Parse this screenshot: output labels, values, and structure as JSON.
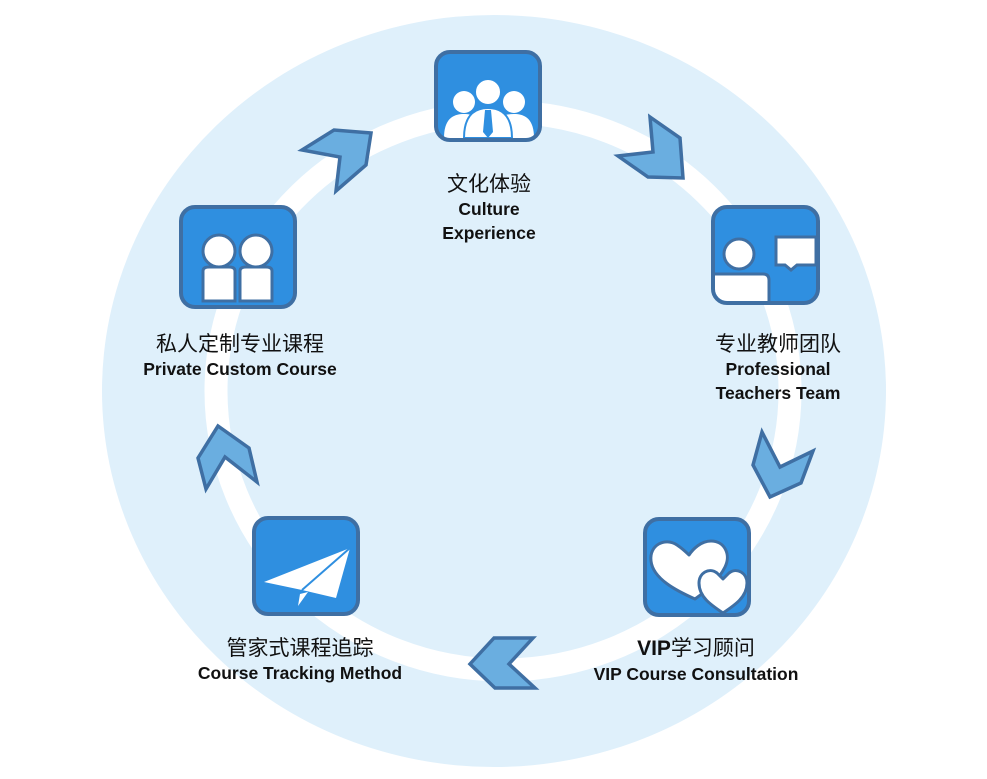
{
  "diagram": {
    "type": "cycle",
    "colors": {
      "outer_disc": "#dff0fb",
      "ring": "#ffffff",
      "icon_fill": "#2f8fe0",
      "icon_border": "#3f6fa3",
      "arrow_fill": "#6aaee0",
      "arrow_border": "#3f6fa3",
      "text": "#111111"
    },
    "steps": [
      {
        "id": "culture",
        "icon": "group-of-people-icon",
        "zh": "文化体验",
        "en_line1": "Culture",
        "en_line2": "Experience"
      },
      {
        "id": "teachers",
        "icon": "teacher-presentation-icon",
        "zh": "专业教师团队",
        "en_line1": "Professional",
        "en_line2": "Teachers Team"
      },
      {
        "id": "vip",
        "icon": "two-hearts-icon",
        "zh_prefix": "VIP",
        "zh": "学习顾问",
        "en_line1": "VIP Course Consultation",
        "en_line2": ""
      },
      {
        "id": "tracking",
        "icon": "paper-plane-icon",
        "zh": "管家式课程追踪",
        "en_line1": "Course Tracking Method",
        "en_line2": ""
      },
      {
        "id": "private",
        "icon": "two-people-icon",
        "zh": "私人定制专业课程",
        "en_line1": "Private Custom Course",
        "en_line2": ""
      }
    ],
    "flow_direction": "clockwise",
    "arrows": [
      "culture-to-teachers",
      "teachers-to-vip",
      "vip-to-tracking",
      "tracking-to-private",
      "private-to-culture"
    ]
  }
}
